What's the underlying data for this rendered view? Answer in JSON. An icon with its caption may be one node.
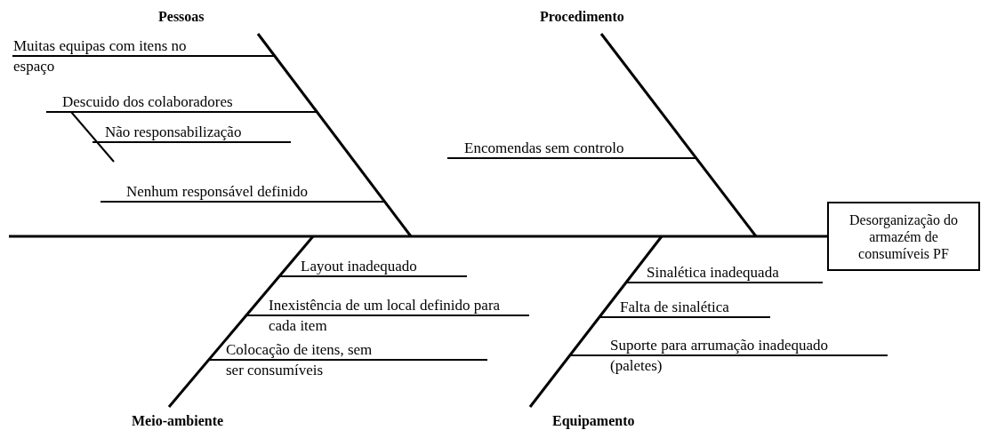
{
  "diagram": {
    "nodes": [
      {
        "text": [
          "Pessoas"
        ]
      },
      {
        "text": [
          "Procedimento"
        ]
      },
      {
        "text": [
          "Muitas equipas com itens no espaço"
        ]
      },
      {
        "text": [
          "Descuido dos colaboradores"
        ]
      },
      {
        "text": [
          "Não responsabilização"
        ]
      },
      {
        "text": [
          "Nenhum responsável definido"
        ]
      },
      {
        "text": [
          "Encomendas sem controlo"
        ]
      },
      {
        "text": [
          "Desorganização do armazém de consumíveis PF"
        ]
      },
      {
        "text": [
          "Layout inadequado"
        ]
      },
      {
        "text": [
          "Inexistência de um local definido para cada item"
        ]
      },
      {
        "text": [
          "Colocação de itens, sem ser consumíveis"
        ]
      },
      {
        "text": [
          "Sinalética inadequada"
        ]
      },
      {
        "text": [
          "Falta de sinalética"
        ]
      },
      {
        "text": [
          "Suporte para arrumação inadequado (paletes)"
        ]
      },
      {
        "text": [
          "Meio-ambiente"
        ]
      },
      {
        "text": [
          "Equipamento"
        ]
      }
    ],
    "edges": [
      {
        "from": null,
        "to": 7,
        "arrow": "none"
      },
      {
        "from": 0,
        "to": null,
        "arrow": "none"
      },
      {
        "from": 1,
        "to": null,
        "arrow": "none"
      },
      {
        "from": 14,
        "to": null,
        "arrow": "none"
      },
      {
        "from": 15,
        "to": null,
        "arrow": "none"
      },
      {
        "from": 2,
        "to": null,
        "arrow": "none"
      },
      {
        "from": 3,
        "to": null,
        "arrow": "none"
      },
      {
        "from": 4,
        "to": null,
        "arrow": "none"
      },
      {
        "from": 5,
        "to": null,
        "arrow": "none"
      },
      {
        "from": 6,
        "to": null,
        "arrow": "none"
      },
      {
        "from": 8,
        "to": null,
        "arrow": "none"
      },
      {
        "from": 9,
        "to": null,
        "arrow": "none"
      },
      {
        "from": 10,
        "to": null,
        "arrow": "none"
      },
      {
        "from": 11,
        "to": null,
        "arrow": "none"
      },
      {
        "from": 12,
        "to": null,
        "arrow": "none"
      },
      {
        "from": 13,
        "to": null,
        "arrow": "none"
      }
    ]
  }
}
